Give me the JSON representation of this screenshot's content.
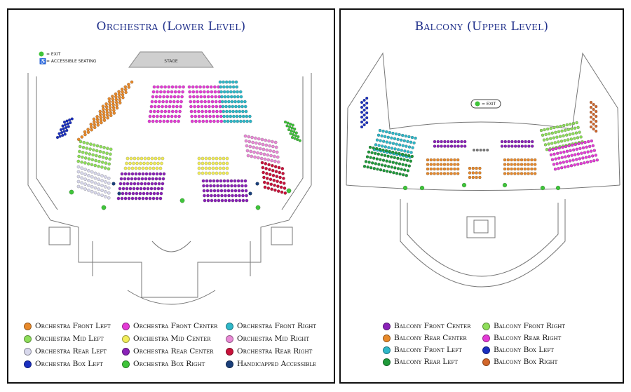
{
  "orchestra": {
    "title": "Orchestra (Lower Level)",
    "stage_label": "STAGE",
    "exit_label": "= EXIT",
    "accessible_label": "= ACCESSIBLE SEATING",
    "legend": [
      {
        "label": "Orchestra Front Left",
        "color": "#e8892a"
      },
      {
        "label": "Orchestra Front Center",
        "color": "#e43bd6"
      },
      {
        "label": "Orchestra Front Right",
        "color": "#2fb8c9"
      },
      {
        "label": "Orchestra Mid  Left",
        "color": "#8ede5a"
      },
      {
        "label": "Orchestra Mid Center",
        "color": "#f3ee5a"
      },
      {
        "label": "Orchestra Mid  Right",
        "color": "#e98ad6"
      },
      {
        "label": "Orchestra Rear Left",
        "color": "#d8d8ec"
      },
      {
        "label": "Orchestra Rear Center",
        "color": "#8a22b8"
      },
      {
        "label": "Orchestra Rear Right",
        "color": "#c8113a"
      },
      {
        "label": "Orchestra Box Left",
        "color": "#1a2fc0"
      },
      {
        "label": "Orchestra Box Right",
        "color": "#3fc43a"
      },
      {
        "label": "Handicapped Accessible",
        "color": "#1a3f7a"
      }
    ]
  },
  "balcony": {
    "title": "Balcony (Upper Level)",
    "exit_label": "= EXIT",
    "legend": [
      {
        "label": "Balcony Front Center",
        "color": "#8a22b8"
      },
      {
        "label": "Balcony Front Right",
        "color": "#8ede5a"
      },
      {
        "label": "Balcony Rear Center",
        "color": "#e8892a"
      },
      {
        "label": "Balcony Rear Right",
        "color": "#e43bd6"
      },
      {
        "label": "Balcony Front Left",
        "color": "#2fb8c9"
      },
      {
        "label": "Balcony Box Left",
        "color": "#1a2fc0"
      },
      {
        "label": "Balcony Rear Left",
        "color": "#1f9a3a"
      },
      {
        "label": "Balcony Box Right",
        "color": "#d2662a"
      }
    ]
  }
}
